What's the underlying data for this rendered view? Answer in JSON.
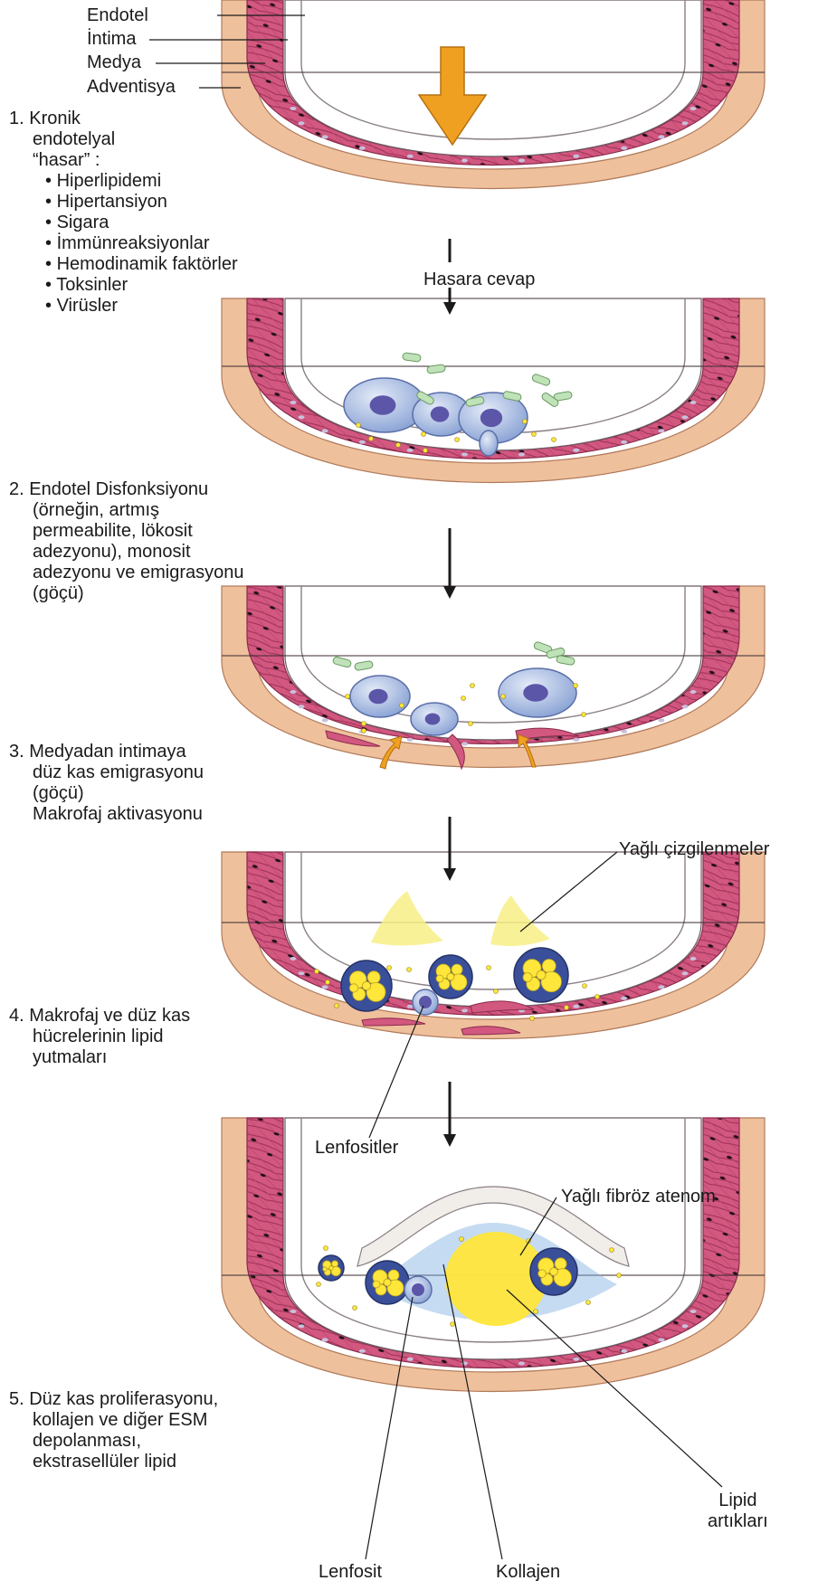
{
  "layers": {
    "endotel": "Endotel",
    "intima": "İntima",
    "medya": "Medya",
    "adventisya": "Adventisya"
  },
  "stage1": {
    "title_lines": [
      "1. Kronik",
      "endotelyal",
      "“hasar” :"
    ],
    "causes": [
      "Hiperlipidemi",
      "Hipertansiyon",
      "Sigara",
      "İmmünreaksiyonlar",
      "Hemodinamik faktörler",
      "Toksinler",
      "Virüsler"
    ]
  },
  "arrow1_label": "Hasara cevap",
  "stage2": {
    "lines": [
      "2. Endotel Disfonksiyonu",
      "(örneğin, artmış",
      "permeabilite, lökosit",
      "adezyonu), monosit",
      "adezyonu ve emigrasyonu",
      "(göçü)"
    ]
  },
  "stage3": {
    "lines": [
      "3. Medyadan intimaya",
      "düz kas emigrasyonu",
      "(göçü)",
      "Makrofaj aktivasyonu"
    ]
  },
  "stage4": {
    "lines": [
      "4. Makrofaj ve düz kas",
      "hücrelerinin lipid",
      "yutmaları"
    ],
    "fatty_streaks": "Yağlı çizgilenmeler",
    "lymphocytes": "Lenfositler"
  },
  "stage5": {
    "lines": [
      "5. Düz kas proliferasyonu,",
      "kollajen ve diğer ESM",
      "depolanması,",
      "ekstrasellüler lipid"
    ],
    "atheroma": "Yağlı fibröz atenom",
    "lymphocyte": "Lenfosit",
    "collagen": "Kollajen",
    "lipid_debris_lines": [
      "Lipid",
      "artıkları"
    ]
  },
  "colors": {
    "media": "#d25880",
    "media_dark": "#8a2a4c",
    "adventitia": "#efc09c",
    "intima": "#ffffff",
    "endothelium": "#f1ede9",
    "endothelium_line": "#8a7f86",
    "arrow_orange": "#f0a020",
    "monocyte": "#b6c6e8",
    "monocyte_nucleus": "#5c56a8",
    "lipid": "#ffe63a",
    "collagen": "#7fb0e0",
    "leukocyte": "#bfe2b8",
    "fatty_streak": "#f8ef86"
  }
}
